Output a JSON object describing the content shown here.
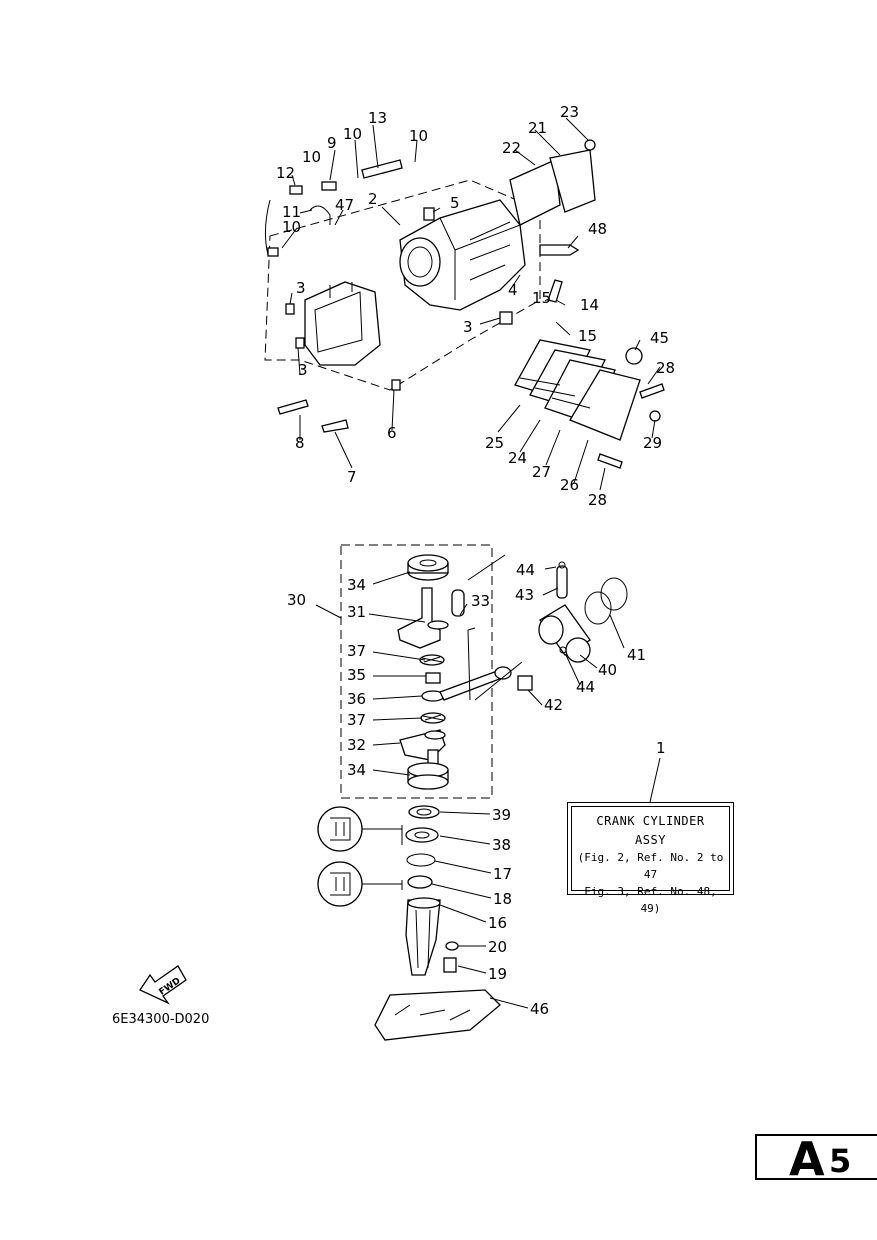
{
  "figure": {
    "code": "6E34300-D020",
    "page_label_letter": "A",
    "page_label_number": "5",
    "fwd_label": "FWD"
  },
  "assembly_box": {
    "ref_number": "1",
    "title_line1": "CRANK CYLINDER",
    "title_line2": "ASSY",
    "note_line1": "(Fig. 2, Ref. No. 2 to 47",
    "note_line2": "Fig. 3, Ref. No. 48, 49)"
  },
  "callouts_upper": [
    "13",
    "23",
    "21",
    "10",
    "10",
    "9",
    "22",
    "10",
    "12",
    "2",
    "47",
    "5",
    "10",
    "11",
    "48",
    "3",
    "4",
    "15",
    "14",
    "3",
    "15",
    "45",
    "3",
    "28",
    "8",
    "6",
    "25",
    "24",
    "27",
    "29",
    "26",
    "28",
    "7"
  ],
  "callouts_lower": [
    "44",
    "34",
    "43",
    "30",
    "31",
    "33",
    "41",
    "37",
    "40",
    "35",
    "44",
    "42",
    "36",
    "37",
    "32",
    "34",
    "39",
    "38",
    "17",
    "18",
    "16",
    "20",
    "19",
    "46"
  ],
  "colors": {
    "ink": "#000000",
    "paper": "#ffffff"
  }
}
